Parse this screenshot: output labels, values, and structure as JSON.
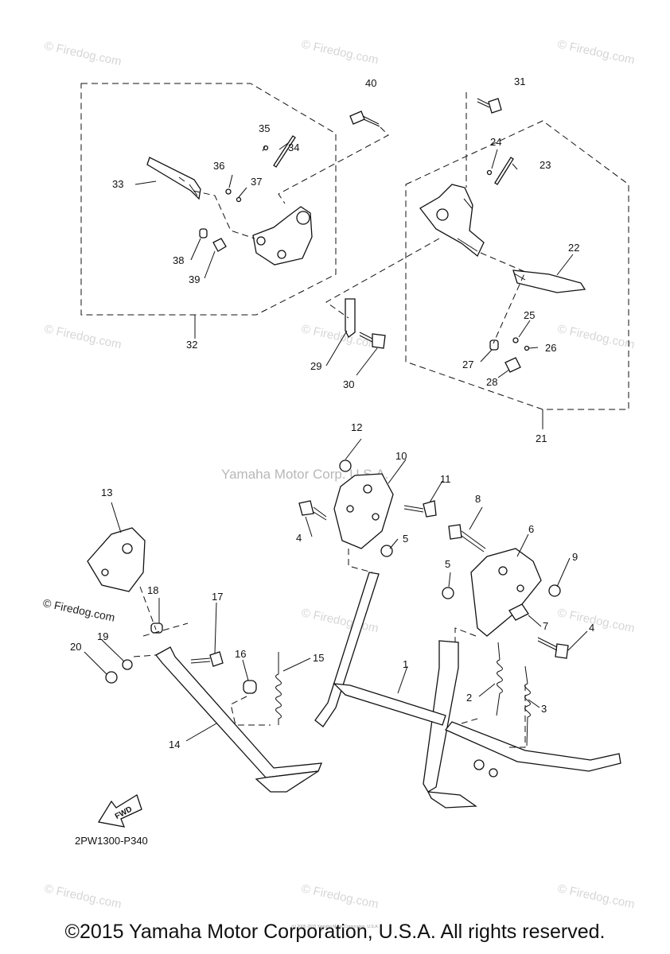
{
  "watermarks": {
    "firedog": "© Firedog.com",
    "center": "Yamaha Motor Corp. U.S.A.",
    "tiny": "(c) 2005-2015 Yamaha Motor Corporation, U.S.A."
  },
  "callouts": [
    "1",
    "2",
    "3",
    "4",
    "4",
    "5",
    "5",
    "6",
    "7",
    "8",
    "9",
    "10",
    "11",
    "12",
    "13",
    "14",
    "15",
    "16",
    "17",
    "18",
    "19",
    "20",
    "21",
    "22",
    "23",
    "24",
    "25",
    "26",
    "27",
    "28",
    "29",
    "30",
    "31",
    "32",
    "33",
    "34",
    "35",
    "36",
    "37",
    "38",
    "39",
    "40"
  ],
  "diagram_code": "2PW1300-P340",
  "fwd_label": "FWD",
  "copyright": "©2015 Yamaha Motor Corporation, U.S.A. All rights reserved."
}
